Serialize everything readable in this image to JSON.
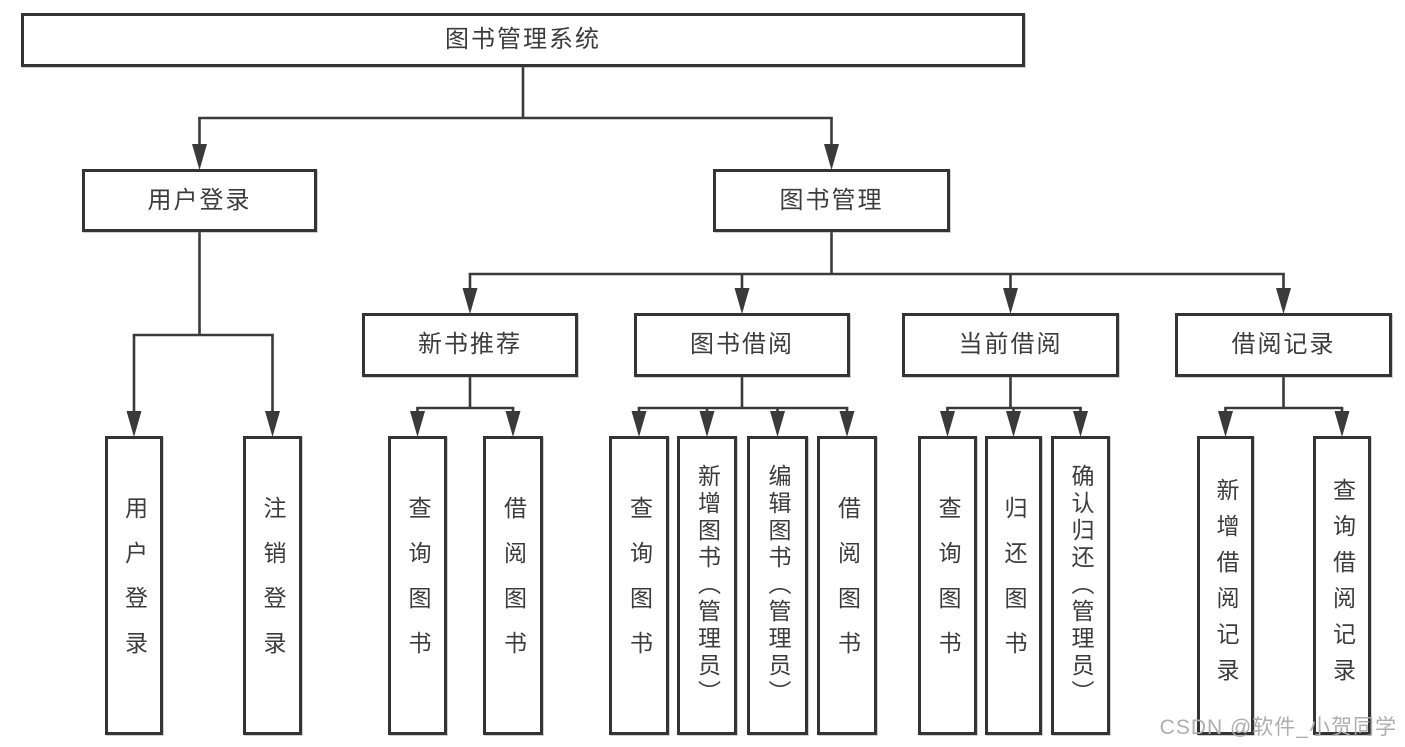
{
  "tree": {
    "label": "图书管理系统",
    "children": [
      {
        "label": "用户登录",
        "children": [
          {
            "label": "用户登录"
          },
          {
            "label": "注销登录"
          }
        ]
      },
      {
        "label": "图书管理",
        "children": [
          {
            "label": "新书推荐",
            "children": [
              {
                "label": "查询图书"
              },
              {
                "label": "借阅图书"
              }
            ]
          },
          {
            "label": "图书借阅",
            "children": [
              {
                "label": "查询图书"
              },
              {
                "label": "新增图书（管理员）"
              },
              {
                "label": "编辑图书（管理员）"
              },
              {
                "label": "借阅图书"
              }
            ]
          },
          {
            "label": "当前借阅",
            "children": [
              {
                "label": "查询图书"
              },
              {
                "label": "归还图书"
              },
              {
                "label": "确认归还（管理员）"
              }
            ]
          },
          {
            "label": "借阅记录",
            "children": [
              {
                "label": "新增借阅记录"
              },
              {
                "label": "查询借阅记录"
              }
            ]
          }
        ]
      }
    ]
  },
  "watermark": "CSDN @软件_小贺同学",
  "colors": {
    "line": "#3a3a3a",
    "box_border": "#343434",
    "text": "#3c3c3c",
    "watermark": "#aeaeae",
    "background": "#ffffff"
  }
}
